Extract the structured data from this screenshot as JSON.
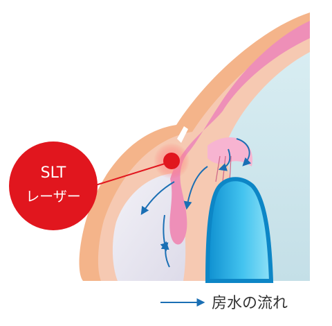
{
  "laser_label": {
    "line1": "SLT",
    "line2": "レーザー"
  },
  "legend": {
    "label": "房水の流れ"
  },
  "colors": {
    "background": "#ffffff",
    "sclera": "#f4b48a",
    "tissue_inner": "#f6c9b2",
    "iris": "#ee8fb8",
    "iris_light": "#f7b4d1",
    "cornea_chamber": "#cfe6ec",
    "anterior_chamber": "#ebe9f3",
    "lens_outer": "#1ca9df",
    "lens_inner": "#6fd2f2",
    "laser_badge": "#e1161e",
    "laser_spot": "#e1161e",
    "flow_arrow": "#1a6fb4",
    "legend_text": "#333333"
  }
}
